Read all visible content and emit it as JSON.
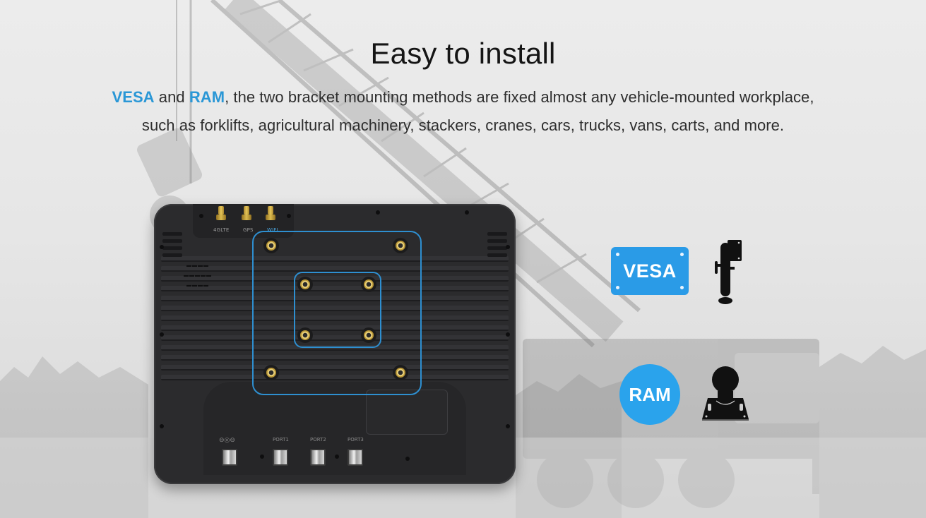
{
  "headline": "Easy to install",
  "description": {
    "line1": {
      "accent1": "VESA",
      "text1": " and ",
      "accent2": "RAM",
      "text2": ", the two bracket mounting methods are fixed almost any vehicle-mounted workplace,"
    },
    "line2": "such as forklifts, agricultural machinery, stackers, cranes, cars, trucks, vans, carts, and more."
  },
  "tablet": {
    "antenna_labels": [
      "4GLTE",
      "GPS",
      "WIFI"
    ],
    "dc_label": "⊖◎⊖",
    "port_labels": [
      "PORT1",
      "PORT2",
      "PORT3"
    ]
  },
  "mounts": {
    "vesa": {
      "label": "VESA",
      "icon": "vesa-arm-bracket-icon"
    },
    "ram": {
      "label": "RAM",
      "icon": "ram-ball-mount-icon"
    }
  },
  "colors": {
    "accent_blue": "#2a97d6",
    "badge_blue": "#2a9be7",
    "headline": "#151515",
    "body_text": "#2e2e2e",
    "tablet_body": "#2b2b2d",
    "mount_outline": "#2e8fd0",
    "brass": "#d8b84c"
  }
}
